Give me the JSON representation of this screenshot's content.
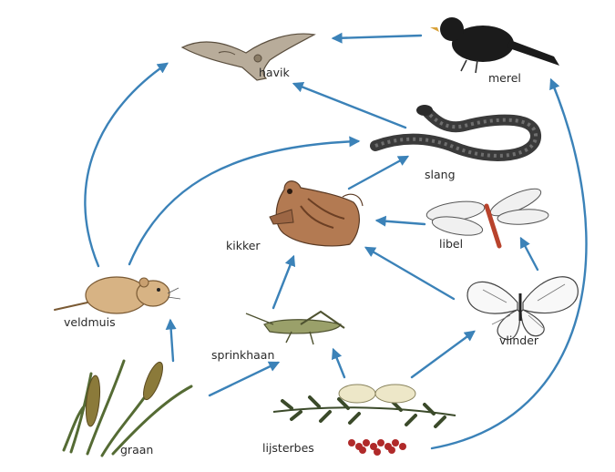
{
  "colors": {
    "arrow": "#3b82b8",
    "background": "#ffffff",
    "label": "#2a2a2a"
  },
  "organisms": [
    {
      "id": "havik",
      "label": "havik",
      "icon": "hawk-icon"
    },
    {
      "id": "merel",
      "label": "merel",
      "icon": "blackbird-icon"
    },
    {
      "id": "slang",
      "label": "slang",
      "icon": "snake-icon"
    },
    {
      "id": "kikker",
      "label": "kikker",
      "icon": "frog-icon"
    },
    {
      "id": "libel",
      "label": "libel",
      "icon": "dragonfly-icon"
    },
    {
      "id": "veldmuis",
      "label": "veldmuis",
      "icon": "vole-icon"
    },
    {
      "id": "sprinkhaan",
      "label": "sprinkhaan",
      "icon": "grasshopper-icon"
    },
    {
      "id": "vlinder",
      "label": "vlinder",
      "icon": "butterfly-icon"
    },
    {
      "id": "graan",
      "label": "graan",
      "icon": "grain-icon"
    },
    {
      "id": "lijsterbes",
      "label": "lijsterbes",
      "icon": "rowan-icon"
    }
  ],
  "links": [
    {
      "from": "merel",
      "to": "havik"
    },
    {
      "from": "slang",
      "to": "havik"
    },
    {
      "from": "veldmuis",
      "to": "havik"
    },
    {
      "from": "veldmuis",
      "to": "slang"
    },
    {
      "from": "kikker",
      "to": "slang"
    },
    {
      "from": "libel",
      "to": "kikker"
    },
    {
      "from": "vlinder",
      "to": "kikker"
    },
    {
      "from": "vlinder",
      "to": "libel"
    },
    {
      "from": "sprinkhaan",
      "to": "kikker"
    },
    {
      "from": "graan",
      "to": "veldmuis"
    },
    {
      "from": "graan",
      "to": "sprinkhaan"
    },
    {
      "from": "lijsterbes",
      "to": "sprinkhaan"
    },
    {
      "from": "lijsterbes",
      "to": "vlinder"
    },
    {
      "from": "lijsterbes",
      "to": "merel"
    }
  ]
}
